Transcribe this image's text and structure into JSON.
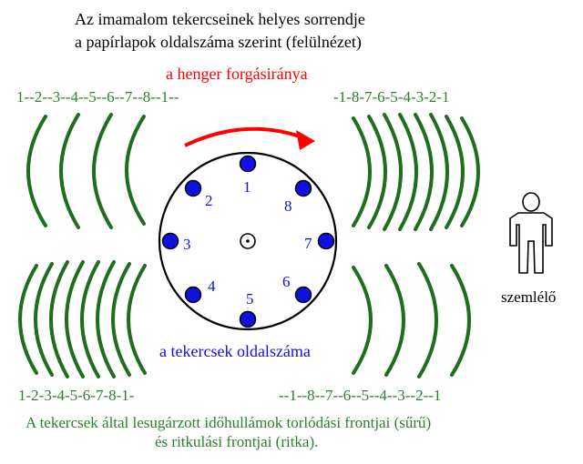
{
  "title": {
    "line1": "Az imamalom tekercseinek helyes sorrendje",
    "line2": "a papírlapok oldalszáma szerint (felülnézet)"
  },
  "rotation_label": "a henger forgásiránya",
  "sequences": {
    "top_left": "1--2--3--4--5--6--7--8--1--",
    "top_right": "-1-8-7-6-5-4-3-2-1",
    "bottom_left": "1-2-3-4-5-6-7-8-1-",
    "bottom_right": "--1--8--7--6--5--4--3--2--1"
  },
  "coil_numbers": [
    "1",
    "2",
    "3",
    "4",
    "5",
    "6",
    "7",
    "8"
  ],
  "pages_label": "a tekercsek oldalszáma",
  "observer_label": "szemlélő",
  "caption": {
    "line1": "A tekercsek által lesugárzott időhullámok torlódási frontjai (sűrű)",
    "line2": "és ritkulási frontjai (ritka)."
  },
  "colors": {
    "text": "#000000",
    "accent_red": "#ff0000",
    "wave_green": "#1e6e1e",
    "label_green": "#2a7f2a",
    "coil_blue": "#1010e0"
  }
}
